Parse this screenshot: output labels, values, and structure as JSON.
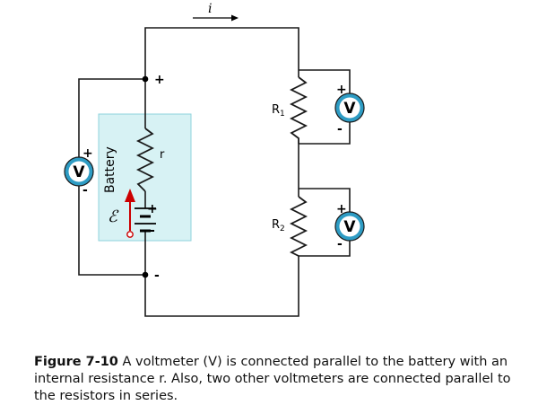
{
  "diagram": {
    "current_label": "i",
    "battery_label": "Battery",
    "internal_resistance_label": "r",
    "emf_symbol": "ℰ",
    "plus_sign": "+",
    "minus_sign": "-",
    "resistor_1": {
      "letter": "R",
      "subscript": "1"
    },
    "resistor_2": {
      "letter": "R",
      "subscript": "2"
    },
    "voltmeter_symbol": "V",
    "battery_box_color": "#d7f2f4",
    "battery_box_border": "#8fd3dc",
    "voltmeter_color": "#2e9cc4",
    "emf_arrow_color": "#cc0000"
  },
  "caption": {
    "figure_label": "Figure 7-10",
    "text": " A voltmeter (V) is connected parallel to the battery with an internal resistance r. Also, two other voltmeters are connected parallel to the resistors in series."
  }
}
